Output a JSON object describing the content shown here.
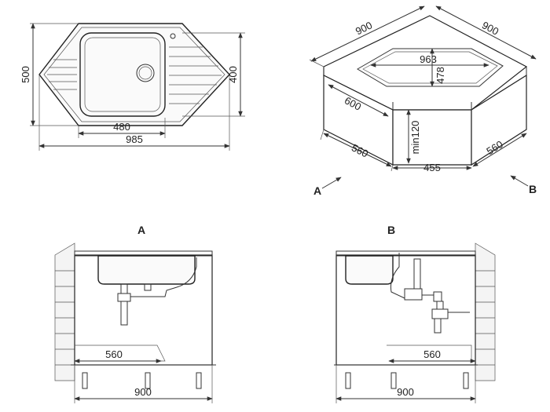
{
  "top_view": {
    "dim_width_inner": "480",
    "dim_width_total": "985",
    "dim_height_total": "500",
    "dim_height_inner": "400"
  },
  "iso_view": {
    "dim_side_left": "900",
    "dim_side_right": "900",
    "dim_cut_width": "963",
    "dim_cut_depth": "478",
    "dim_depth": "600",
    "dim_min_height": "min120",
    "dim_front_left": "560",
    "dim_front_center": "455",
    "dim_front_right": "560",
    "arrow_a": "A",
    "arrow_b": "B"
  },
  "view_a": {
    "label": "A",
    "dim_inner": "560",
    "dim_total": "900"
  },
  "view_b": {
    "label": "B",
    "dim_inner": "560",
    "dim_total": "900"
  }
}
